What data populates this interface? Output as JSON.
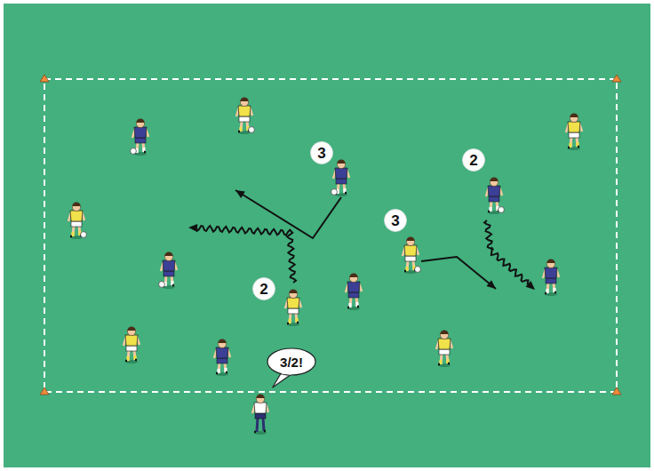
{
  "diagram": {
    "nodes": [
      {
        "text": [
          "3"
        ]
      },
      {
        "text": [
          "2"
        ]
      },
      {
        "text": [
          "3"
        ]
      },
      {
        "text": [
          "2"
        ]
      },
      {
        "text": [
          "3/2!"
        ]
      }
    ]
  }
}
